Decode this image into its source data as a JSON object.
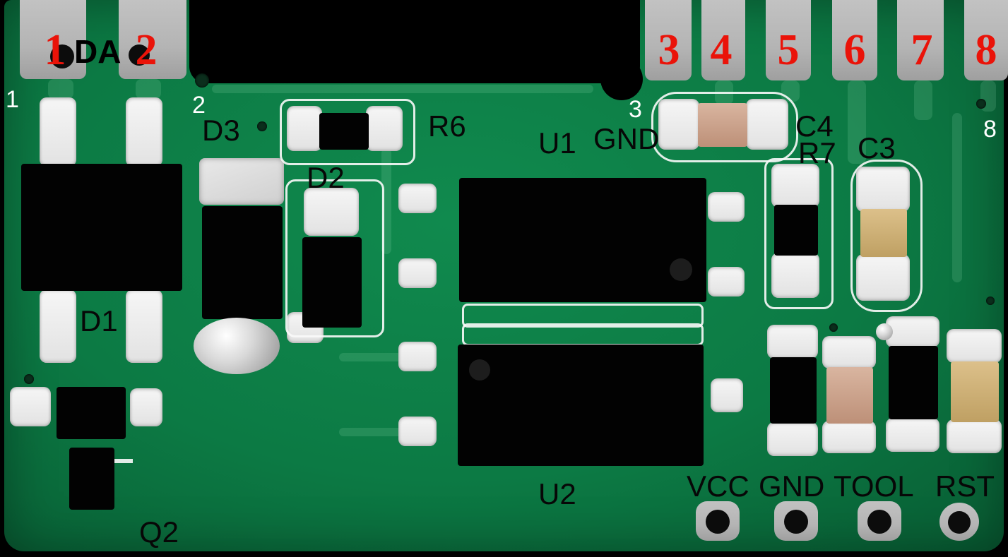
{
  "colors": {
    "pcb_green": "#0c7a44",
    "pcb_green_light": "#108a4e",
    "pad_gray": "#b4b4b4",
    "annotation_red": "#ea1309",
    "silk_white": "#f4f4f4",
    "cap_tan": "#c79e87",
    "cap_yellow": "#c9a86d"
  },
  "pins": {
    "top_left": [
      "1",
      "2"
    ],
    "top_right": [
      "3",
      "4",
      "5",
      "6",
      "7",
      "8"
    ]
  },
  "silk_numbers": {
    "pin1": "1",
    "pin2": "2",
    "pin3": "3",
    "pin8": "8"
  },
  "component_labels": {
    "da": "DA",
    "d1": "D1",
    "d2": "D2",
    "d3": "D3",
    "q2": "Q2",
    "r6": "R6",
    "r7": "R7",
    "c3": "C3",
    "c4": "C4",
    "u1": "U1",
    "u1_gnd": "GND",
    "u2": "U2"
  },
  "programming_pads": {
    "vcc": "VCC",
    "gnd": "GND",
    "tool": "TOOL",
    "rst": "RST"
  }
}
